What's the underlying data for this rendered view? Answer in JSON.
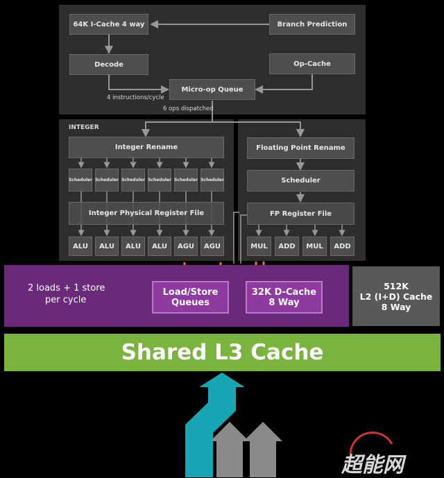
{
  "frontend": {
    "icache": "64K I-Cache 4 way",
    "branch_prediction": "Branch Prediction",
    "decode": "Decode",
    "op_cache": "Op-Cache",
    "micro_op_queue": "Micro-op Queue",
    "instructions_per_cycle": "4 instructions/cycle",
    "ops_dispatched": "6 ops dispatched"
  },
  "integer": {
    "title": "INTEGER",
    "rename": "Integer Rename",
    "schedulers": [
      "Scheduler",
      "Scheduler",
      "Scheduler",
      "Scheduler",
      "Scheduler",
      "Scheduler"
    ],
    "register_file": "Integer Physical Register File",
    "units": [
      "ALU",
      "ALU",
      "ALU",
      "ALU",
      "AGU",
      "AGU"
    ]
  },
  "fp": {
    "rename": "Floating Point Rename",
    "scheduler": "Scheduler",
    "register_file": "FP Register File",
    "units": [
      "MUL",
      "ADD",
      "MUL",
      "ADD"
    ]
  },
  "memory": {
    "loads_line1": "2 loads + 1 store",
    "loads_line2": "per cycle",
    "lsq_line1": "Load/Store",
    "lsq_line2": "Queues",
    "dcache_line1": "32K D-Cache",
    "dcache_line2": "8 Way",
    "l2_line1": "512K",
    "l2_line2": "L2 (I+D) Cache",
    "l2_line3": "8 Way"
  },
  "l3": {
    "label": "Shared L3 Cache"
  },
  "watermark": "超能网",
  "colors": {
    "panel": "#2f2e2d",
    "box": "#4f4e4c",
    "purple": "#6b2a79",
    "purple_box": "#8f3aa0",
    "green": "#7bb33f",
    "orange": "#e87722",
    "teal": "#16a6b6",
    "grey_arrow": "#8a8a8a"
  }
}
